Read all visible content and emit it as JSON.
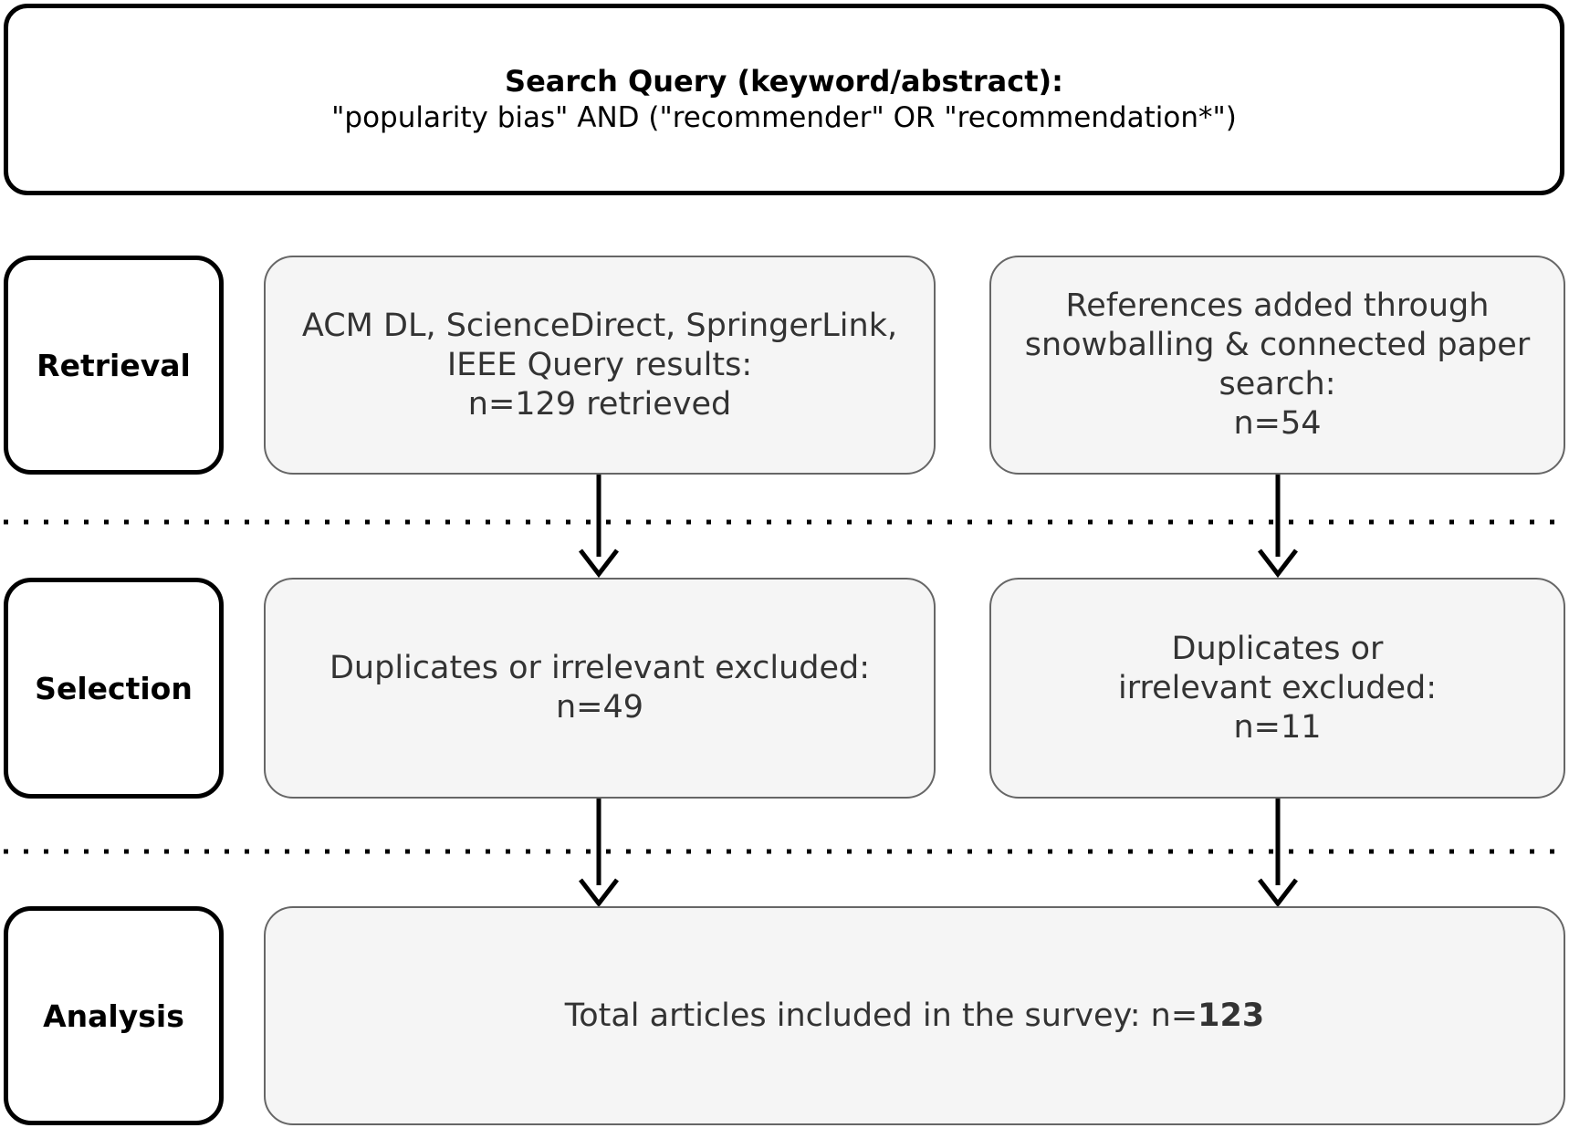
{
  "query": {
    "title": "Search Query (keyword/abstract):",
    "text": "\"popularity bias\" AND (\"recommender\" OR \"recommendation*\")"
  },
  "stages": {
    "retrieval": "Retrieval",
    "selection": "Selection",
    "analysis": "Analysis"
  },
  "retrieval_left": {
    "line1": "ACM DL, ScienceDirect, SpringerLink,",
    "line2": "IEEE Query results:",
    "line3": "n=129 retrieved"
  },
  "retrieval_right": {
    "line1": "References added through",
    "line2": "snowballing & connected paper",
    "line3": "search:",
    "line4": "n=54"
  },
  "selection_left": {
    "line1": "Duplicates or irrelevant excluded:",
    "line2": "n=49"
  },
  "selection_right": {
    "line1": "Duplicates or",
    "line2": "irrelevant excluded:",
    "line3": "n=11"
  },
  "analysis": {
    "prefix": "Total articles included in the survey: n=",
    "count": "123"
  }
}
